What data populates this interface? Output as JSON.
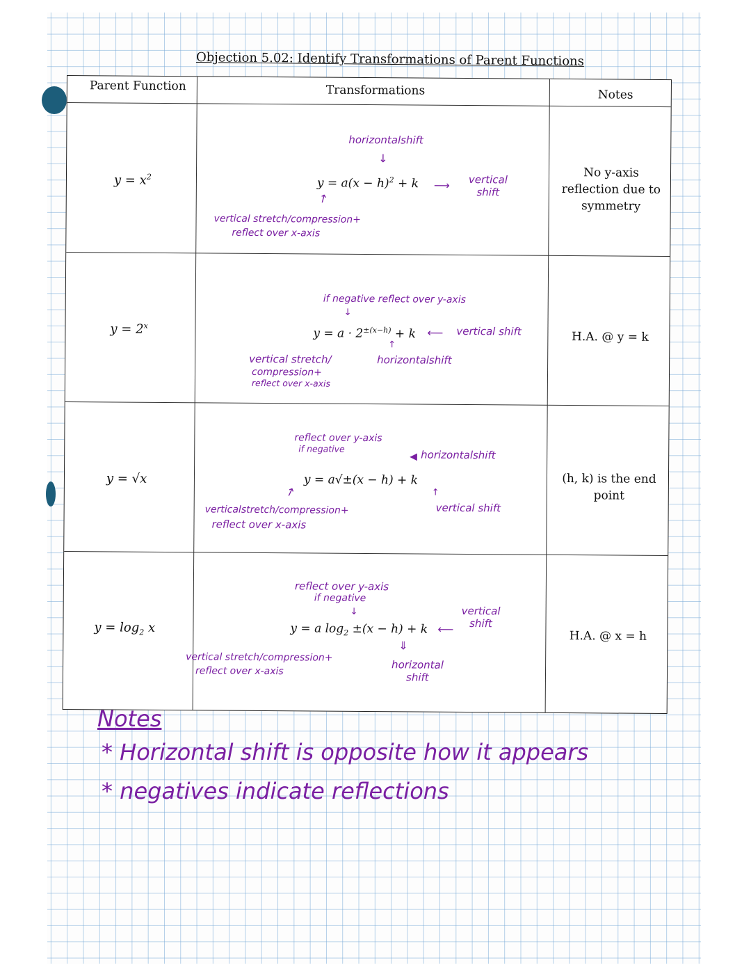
{
  "title": "Objection 5.02: Identify Transformations of Parent Functions",
  "headers": {
    "parent_function": "Parent Function",
    "transformations": "Transformations",
    "notes": "Notes"
  },
  "rows": [
    {
      "parent": "y = x",
      "parent_sup": "2",
      "equation": "y = a(x − h)",
      "equation_sup": "2",
      "equation_tail": " + k",
      "annotations": {
        "top": "horizontalshift",
        "right_1": "vertical",
        "right_2": "shift",
        "bottom_1": "vertical stretch/compression+",
        "bottom_2": "reflect over x-axis"
      },
      "notes": [
        "No y-axis",
        "reflection due to",
        "symmetry"
      ]
    },
    {
      "parent": "y = 2",
      "parent_sup": "x",
      "equation": "y = a · 2",
      "equation_sup": "±(x−h)",
      "equation_tail": " + k",
      "annotations": {
        "top": "if negative reflect over y-axis",
        "right": "vertical shift",
        "bottom_1": "vertical stretch/",
        "bottom_2": "compression+",
        "bottom_3": "reflect over x-axis",
        "bottom_right": "horizontalshift"
      },
      "notes": [
        "H.A. @ y = k"
      ]
    },
    {
      "parent": "y = √x",
      "equation": "y = a√±(x − h) + k",
      "annotations": {
        "top_1": "reflect over y-axis",
        "top_2": "if negative",
        "top_right": "horizontalshift",
        "bottom_1": "verticalstretch/compression+",
        "bottom_2": "reflect over x-axis",
        "bottom_right": "vertical shift"
      },
      "notes": [
        "(h, k) is the end",
        "point"
      ]
    },
    {
      "parent": "y = log",
      "parent_sub": "2",
      "parent_tail": " x",
      "equation": "y = a log",
      "equation_sub": "2",
      "equation_tail": " ±(x − h) + k",
      "annotations": {
        "top_1": "reflect over y-axis",
        "top_2": "if negative",
        "right_1": "vertical",
        "right_2": "shift",
        "bottom_1": "vertical stretch/compression+",
        "bottom_2": "reflect over x-axis",
        "bottom_right_1": "horizontal",
        "bottom_right_2": "shift"
      },
      "notes": [
        "H.A. @ x = h"
      ]
    }
  ],
  "bottom_notes": {
    "heading": "Notes",
    "lines": [
      "* Horizontal shift is opposite how it appears",
      "* negatives indicate reflections"
    ]
  },
  "colors": {
    "ink": "#7a1fa2",
    "grid": "#78aad7",
    "binder_hole": "#1c5d7a"
  }
}
